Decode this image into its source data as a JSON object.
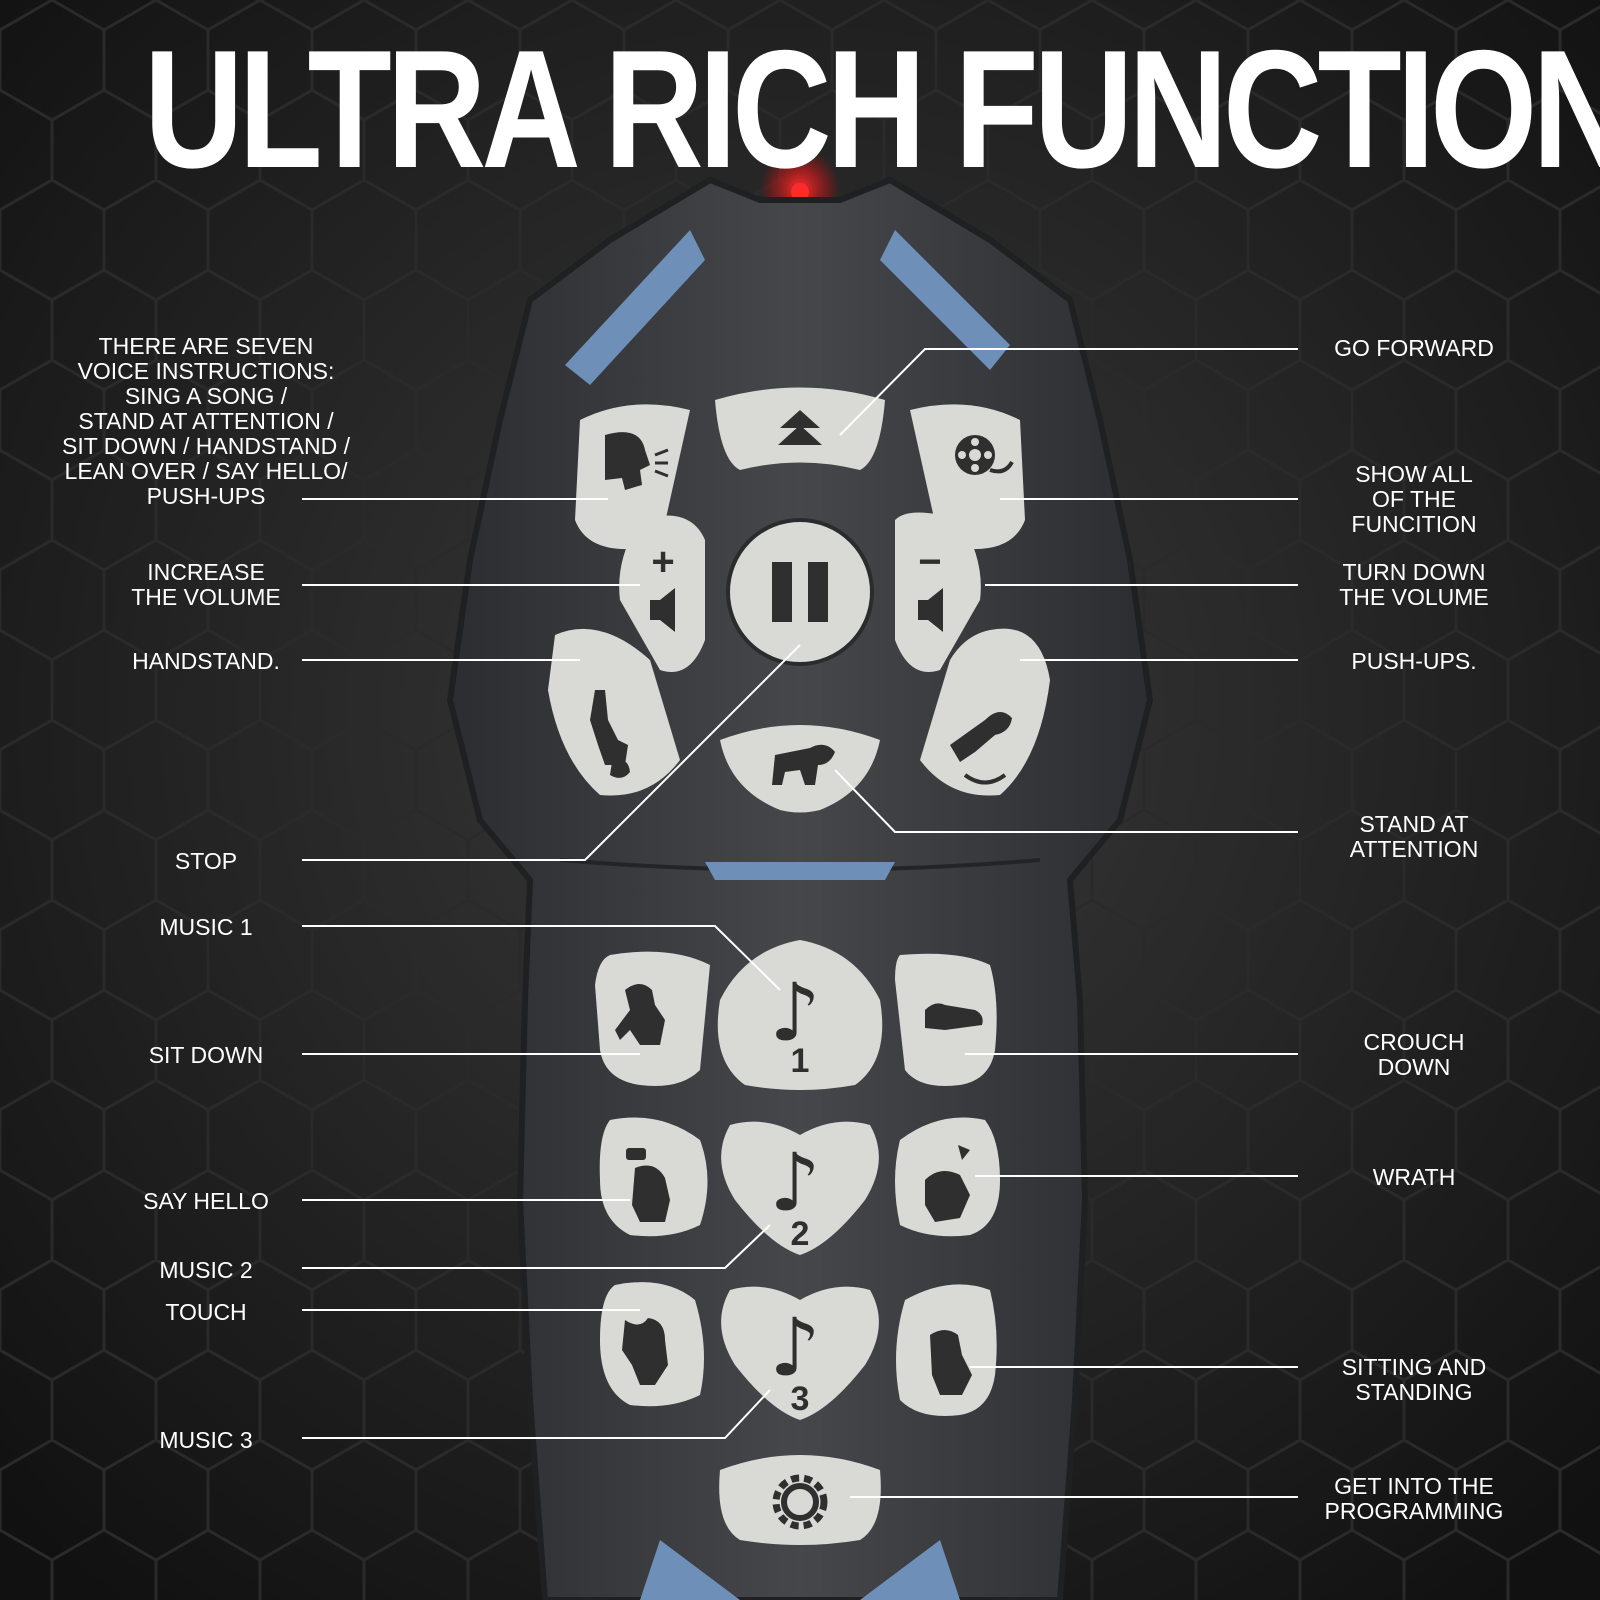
{
  "title": "ULTRA RICH FUNCTIONS",
  "colors": {
    "background": "#1c1c1c",
    "remote_body": "#3a3b3e",
    "button": "#d9d9d6",
    "icon": "#2f2f2f",
    "accent_blue": "#6d8fb8",
    "led": "#ff2a2a",
    "text": "#ffffff"
  },
  "labels_left": {
    "voice": [
      "THERE ARE SEVEN",
      "VOICE INSTRUCTIONS:",
      "SING A SONG /",
      "STAND AT ATTENTION /",
      "SIT DOWN / HANDSTAND /",
      "LEAN OVER / SAY HELLO/",
      "PUSH-UPS"
    ],
    "increase": [
      "INCREASE",
      "THE VOLUME"
    ],
    "handstand": [
      "HANDSTAND."
    ],
    "stop": [
      "STOP"
    ],
    "music1": [
      "MUSIC 1"
    ],
    "sitdown": [
      "SIT DOWN"
    ],
    "sayhello": [
      "SAY HELLO"
    ],
    "music2": [
      "MUSIC 2"
    ],
    "touch": [
      "TOUCH"
    ],
    "music3": [
      "MUSIC 3"
    ]
  },
  "labels_right": {
    "forward": [
      "GO FORWARD"
    ],
    "showall": [
      "SHOW ALL",
      "OF THE",
      "FUNCITION"
    ],
    "turndown": [
      "TURN DOWN",
      "THE VOLUME"
    ],
    "pushups": [
      "PUSH-UPS."
    ],
    "attention": [
      "STAND AT",
      "ATTENTION"
    ],
    "crouch": [
      "CROUCH",
      "DOWN"
    ],
    "wrath": [
      "WRATH"
    ],
    "sitstand": [
      "SITTING AND",
      "STANDING"
    ],
    "programming": [
      "GET INTO THE",
      "PROGRAMMING"
    ]
  },
  "button_glyphs": {
    "music1_number": "1",
    "music2_number": "2",
    "music3_number": "3",
    "music_note": "♪",
    "volume_up": "+",
    "volume_down": "−"
  },
  "icons": [
    "voice-icon",
    "forward-arrow-icon",
    "film-reel-icon",
    "volume-up-icon",
    "pause-icon",
    "volume-down-icon",
    "dog-handstand-icon",
    "dog-attention-icon",
    "dog-pushup-icon",
    "dog-sit-icon",
    "dog-crouch-icon",
    "dog-hello-icon",
    "dog-wrath-icon",
    "dog-touch-icon",
    "dog-sitstand-icon",
    "gear-icon"
  ]
}
